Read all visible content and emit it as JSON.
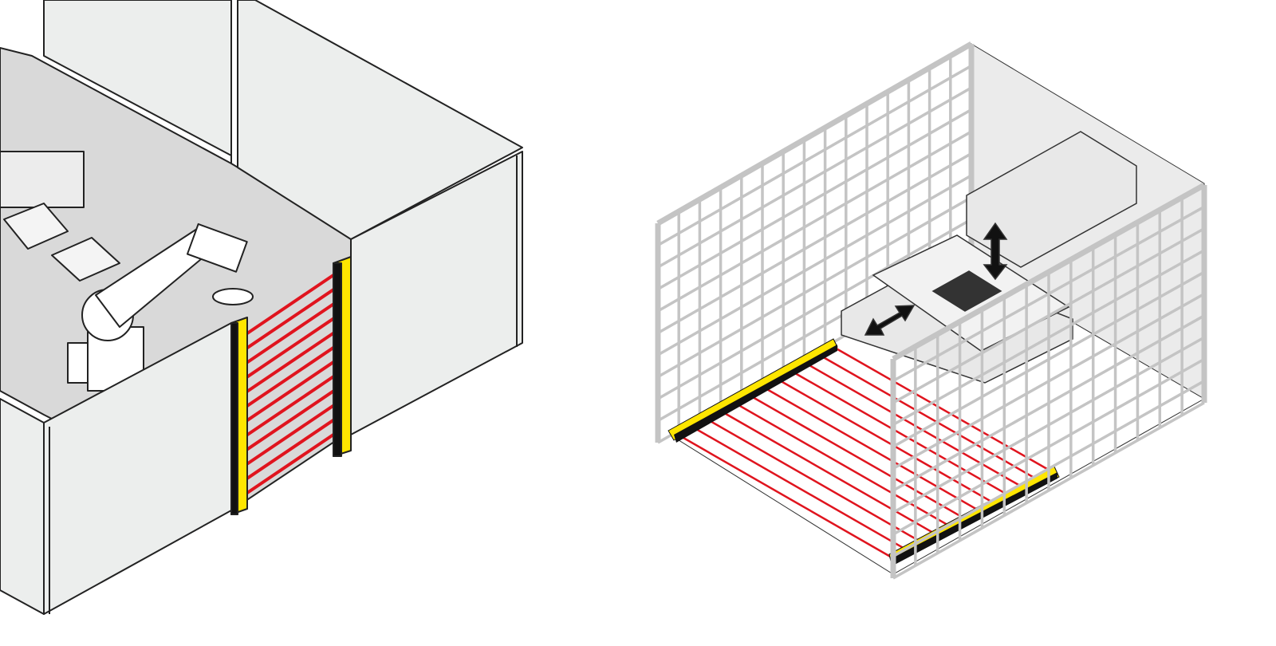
{
  "colors": {
    "background": "#ffffff",
    "panel_fill": "#eceeed",
    "floor_fill": "#d9d9d9",
    "frame_stroke": "#222222",
    "fence_gray": "#c4c4c4",
    "beam_red": "#e0141e",
    "curtain_yellow": "#ffe600",
    "curtain_black": "#111111",
    "machine_fill": "#e8e8e8"
  },
  "scenes": [
    {
      "id": "robot-cell-vertical-light-curtain",
      "beam_count": 12
    },
    {
      "id": "machine-cage-horizontal-light-curtain",
      "beam_count": 12
    }
  ]
}
